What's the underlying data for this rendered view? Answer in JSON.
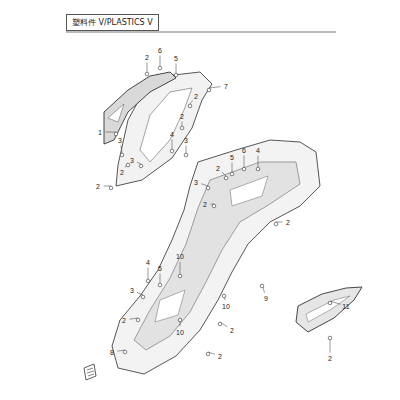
{
  "diagram": {
    "title": "塑料件 V/PLASTICS V",
    "labels": [
      "1",
      "2",
      "6",
      "5",
      "7",
      "2",
      "2",
      "3",
      "3",
      "4",
      "3",
      "2",
      "2",
      "6",
      "5",
      "4",
      "2",
      "3",
      "2",
      "2",
      "9",
      "4",
      "5",
      "10",
      "3",
      "2",
      "8",
      "10",
      "10",
      "2",
      "2",
      "11",
      "2"
    ]
  }
}
